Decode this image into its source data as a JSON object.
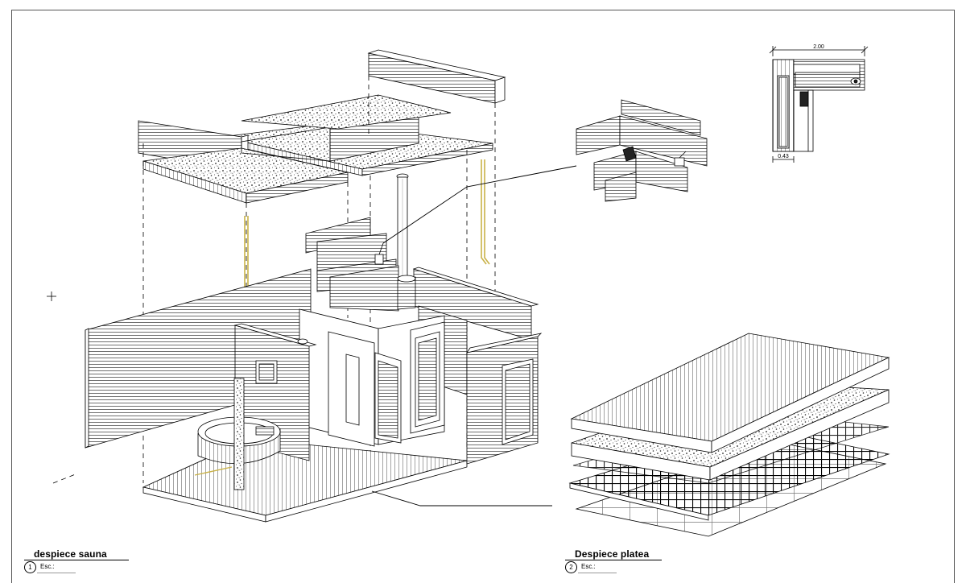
{
  "views": [
    {
      "number": "1",
      "title": "despiece sauna",
      "scale_label": "Esc.:"
    },
    {
      "number": "2",
      "title": "Despiece platea",
      "scale_label": "Esc.:"
    }
  ],
  "plan_detail": {
    "width_dimension": "2.00",
    "depth_dimension": "0.43"
  }
}
